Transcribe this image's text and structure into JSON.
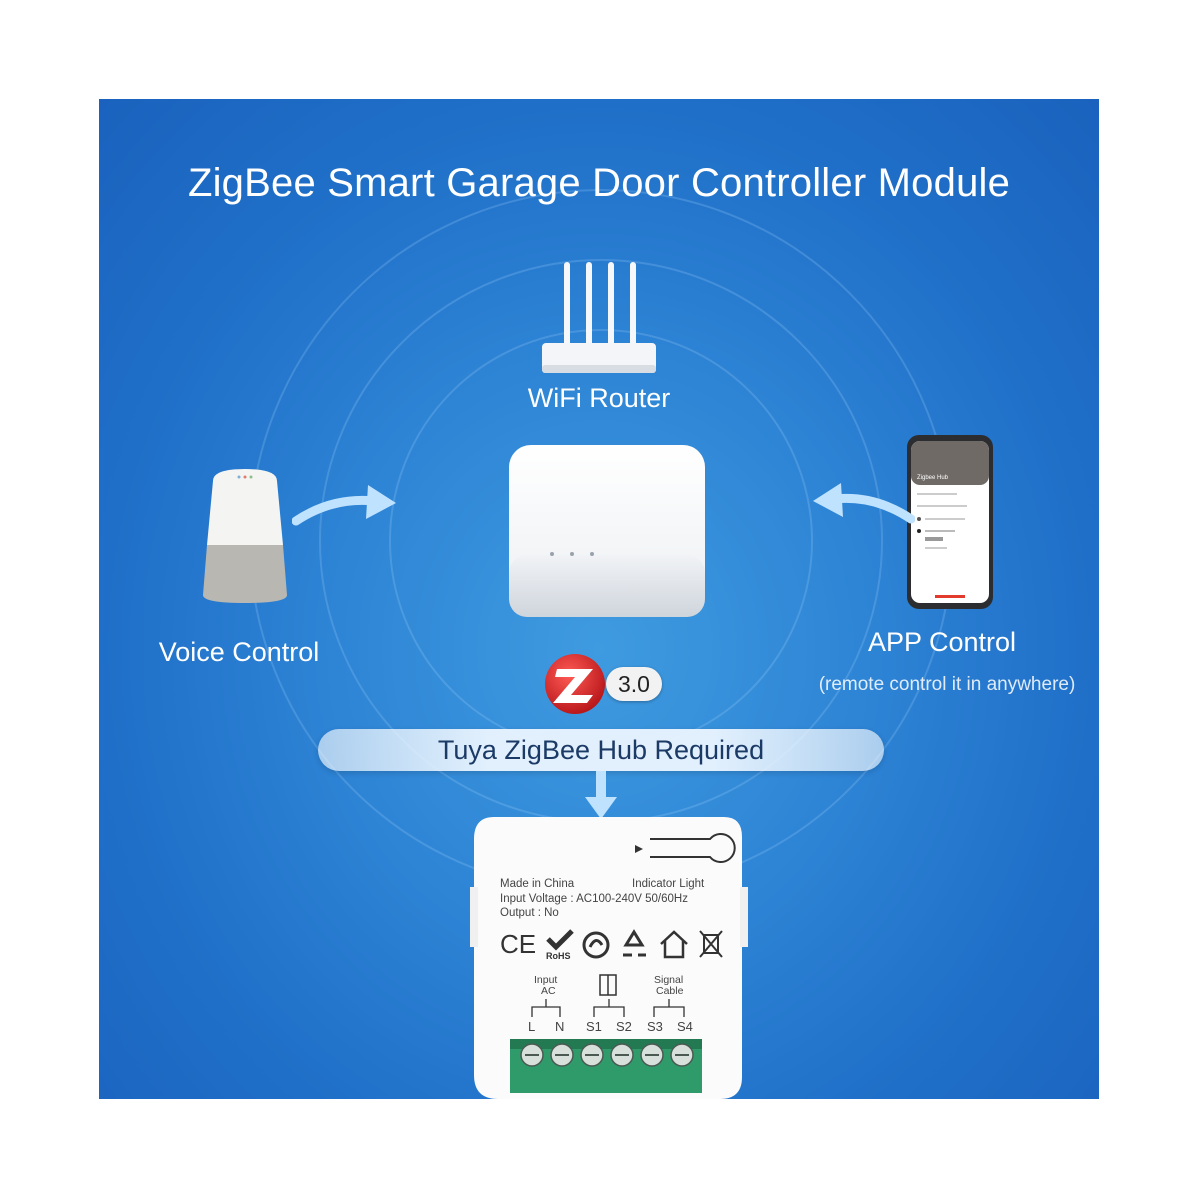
{
  "title": "ZigBee Smart Garage Door Controller Module",
  "wifi_router": {
    "label": "WiFi Router"
  },
  "voice_control": {
    "label": "Voice Control"
  },
  "app_control": {
    "label": "APP Control",
    "sublabel": "(remote control it in anywhere)"
  },
  "zigbee_badge": {
    "version": "3.0"
  },
  "hub_required": {
    "label": "Tuya ZigBee Hub Required"
  },
  "phone_screen": {
    "title": "Zigbee Hub"
  },
  "module": {
    "made_in": "Made in China",
    "indicator": "Indicator Light",
    "input_voltage": "Input Voltage : AC100-240V 50/60Hz",
    "output": "Output :  No",
    "ce": "CE",
    "rohs": "RoHS",
    "input_ac_1": "Input",
    "input_ac_2": "AC",
    "signal_1": "Signal",
    "signal_2": "Cable",
    "terminals": [
      "L",
      "N",
      "S1",
      "S2",
      "S3",
      "S4"
    ]
  },
  "colors": {
    "background": "#2f86d6",
    "accent_red": "#d8262b",
    "pill_text": "#1b3a66",
    "terminal_green": "#2f9a6a"
  }
}
